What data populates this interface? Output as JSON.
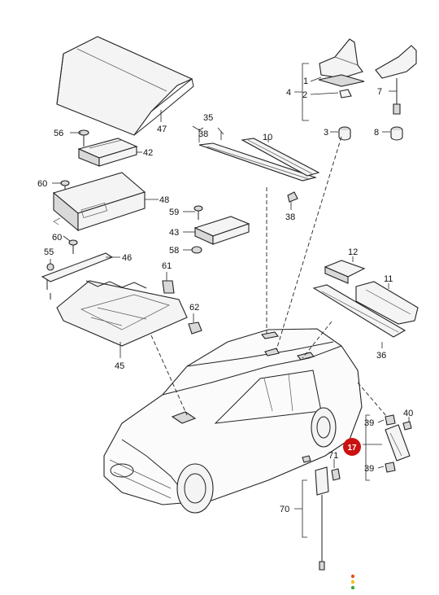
{
  "labels": {
    "l1": "1",
    "l2": "2",
    "l3": "3",
    "l4": "4",
    "l7": "7",
    "l8": "8",
    "l10": "10",
    "l11": "11",
    "l12": "12",
    "l17": "17",
    "l35": "35",
    "l36": "36",
    "l38a": "38",
    "l38b": "38",
    "l39a": "39",
    "l39b": "39",
    "l40": "40",
    "l42": "42",
    "l43": "43",
    "l45": "45",
    "l46": "46",
    "l47": "47",
    "l48": "48",
    "l55": "55",
    "l56": "56",
    "l58": "58",
    "l59": "59",
    "l60a": "60",
    "l60b": "60",
    "l61": "61",
    "l62": "62",
    "l70": "70",
    "l71": "71"
  },
  "colors": {
    "highlight": "#cc1111",
    "status_dots": [
      "#e05a1a",
      "#f0c020",
      "#3aa83a"
    ]
  }
}
